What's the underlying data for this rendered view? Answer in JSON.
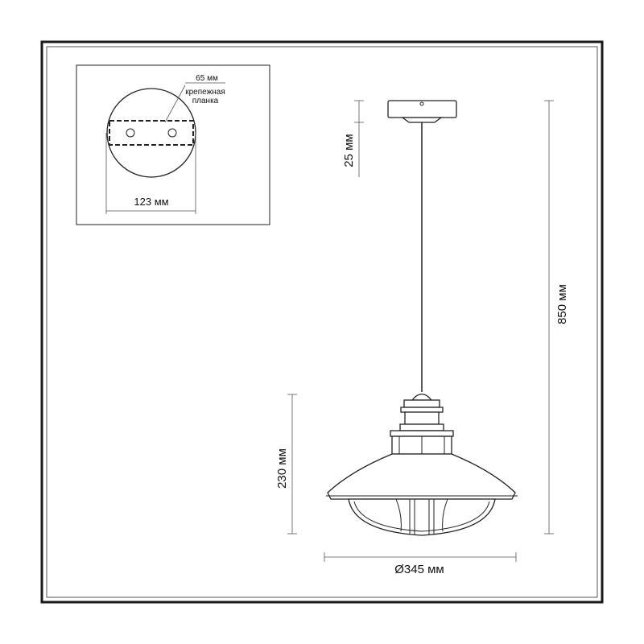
{
  "inset": {
    "plate_width": "65 мм",
    "plate_label_line1": "крепежная",
    "plate_label_line2": "планка",
    "canopy_diameter": "123 мм"
  },
  "main": {
    "canopy_height": "25 мм",
    "total_height": "850 мм",
    "shade_height": "230 мм",
    "shade_diameter": "Ø345 мм"
  }
}
